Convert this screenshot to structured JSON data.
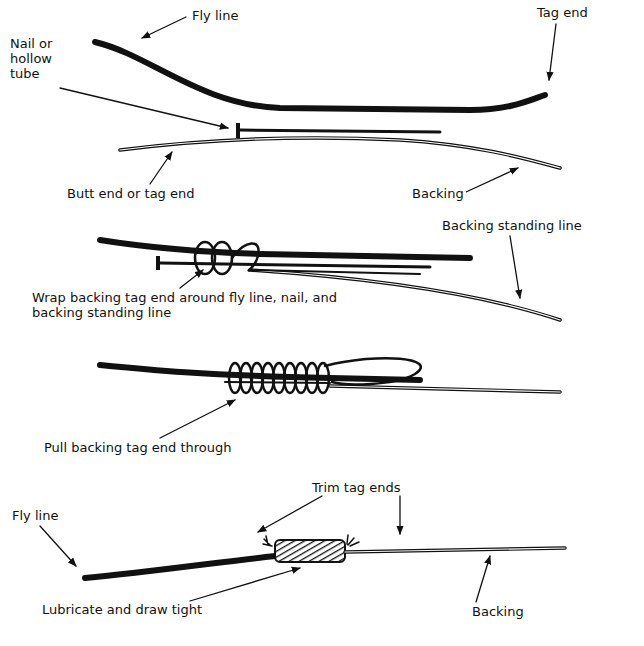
{
  "diagram": {
    "labels": [
      "Fly line",
      "Tag end",
      "Nail or hollow tube",
      "Butt end or tag end",
      "Backing",
      "Backing standing line",
      "Wrap backing tag end around fly line, nail, and backing standing line",
      "Pull backing tag end through",
      "Fly line",
      "Trim tag ends",
      "Lubricate and draw tight",
      "Backing"
    ]
  }
}
